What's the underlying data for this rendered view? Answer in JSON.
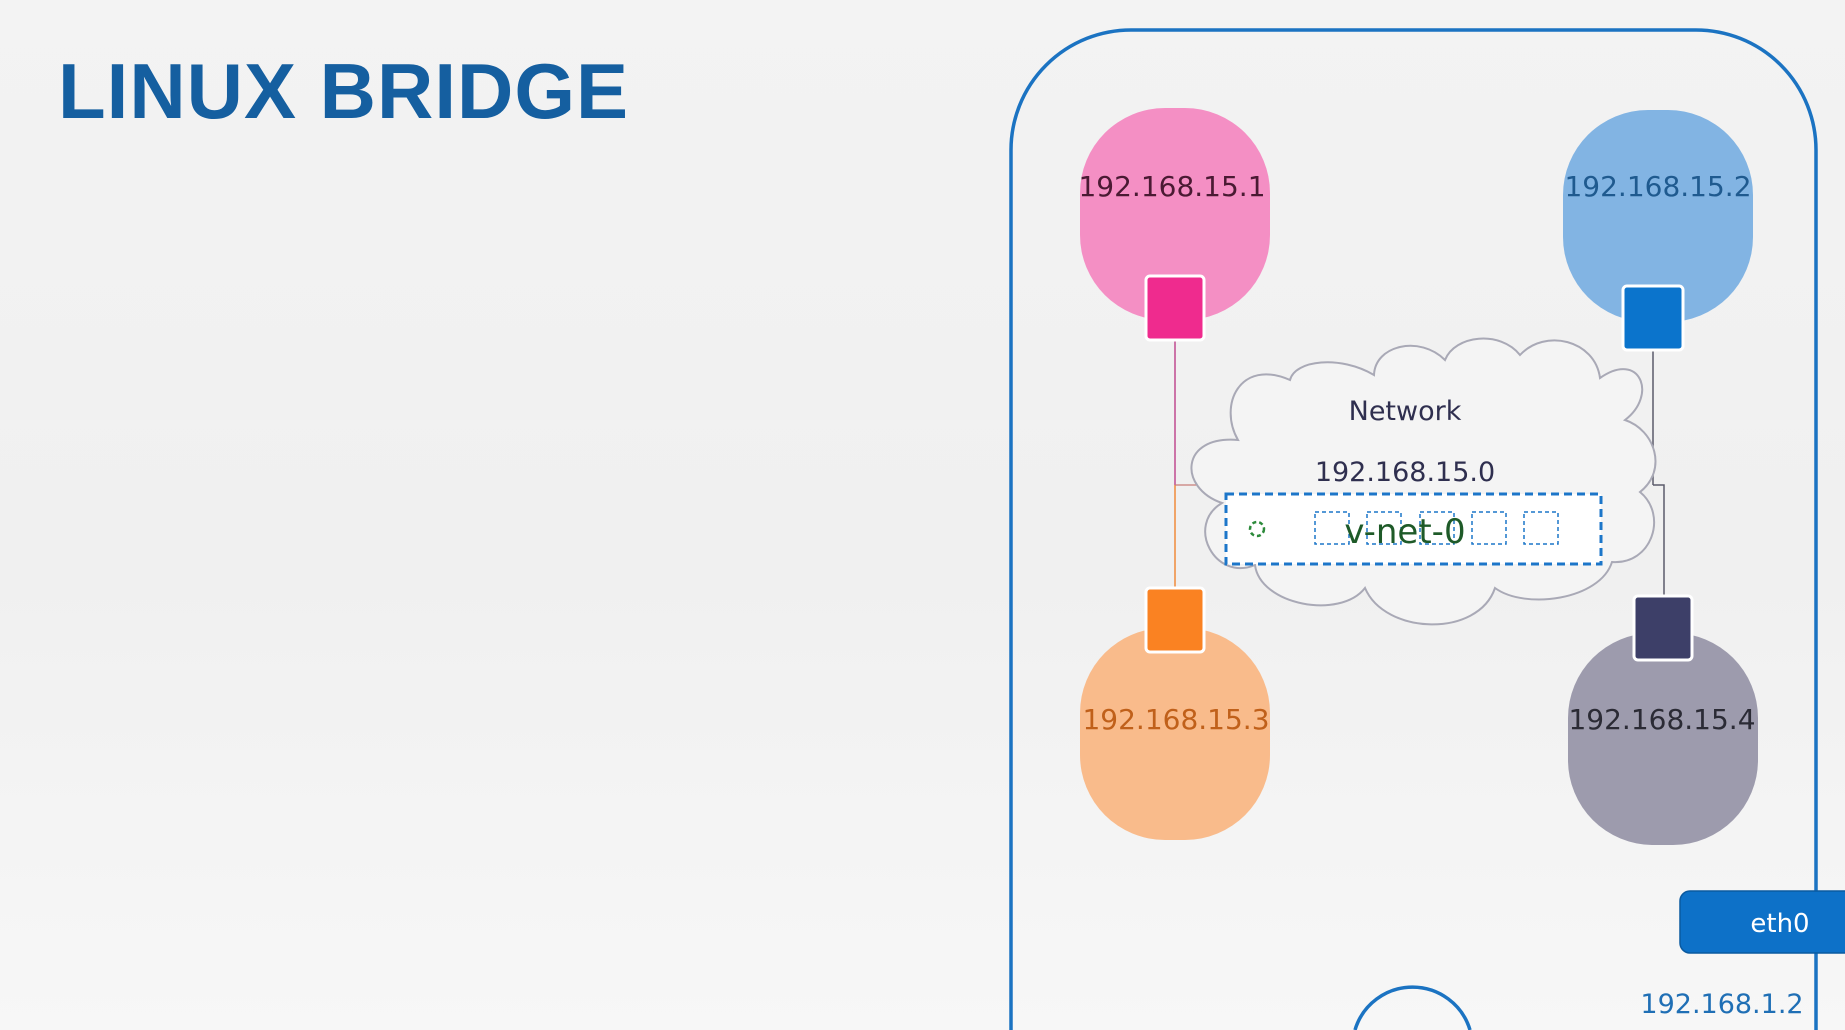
{
  "title": "LINUX BRIDGE",
  "nodes": [
    {
      "ip": "192.168.15.1",
      "fill": "#f48fc4",
      "port": "#ef2b8e",
      "text": "#4a1a33"
    },
    {
      "ip": "192.168.15.2",
      "fill": "#82b4e3",
      "port": "#0b74cc",
      "text": "#1f5a8f"
    },
    {
      "ip": "192.168.15.3",
      "fill": "#f9bb8b",
      "port": "#fa8222",
      "text": "#c0601a"
    },
    {
      "ip": "192.168.15.4",
      "fill": "#9d9bad",
      "port": "#3d3f68",
      "text": "#2b2b35"
    }
  ],
  "network": {
    "label": "Network",
    "subnet": "192.168.15.0"
  },
  "bridge": {
    "label": "v-net-0"
  },
  "host": {
    "interface": "eth0",
    "ip": "192.168.1.2"
  },
  "colors": {
    "host_border": "#1b73c2",
    "title": "#155fa0",
    "bridge_border": "#1c76c9",
    "eth_fill": "#0d71c8"
  }
}
